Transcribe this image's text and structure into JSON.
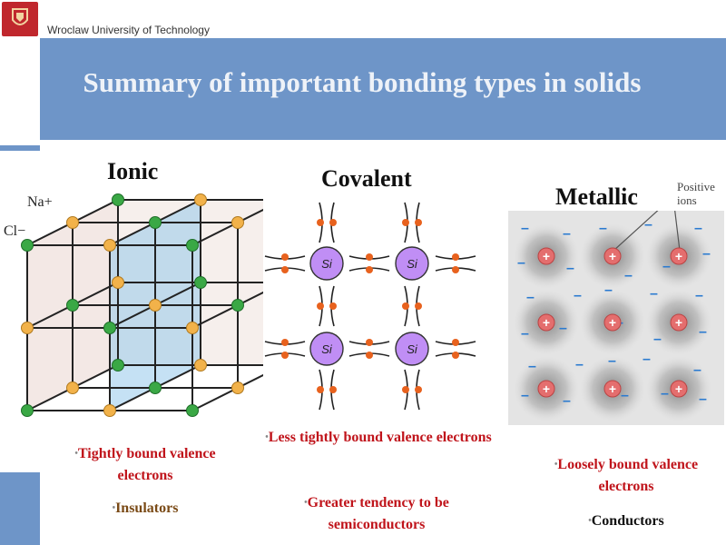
{
  "header": {
    "university": "Wroclaw University of Technology",
    "title": "Summary of important bonding types in solids"
  },
  "sections": {
    "ionic": {
      "title": "Ionic",
      "label_na": "Na+",
      "label_cl": "Cl−",
      "bullets": [
        "Tightly bound valence electrons",
        "Insulators"
      ]
    },
    "covalent": {
      "title": "Covalent",
      "atom_label": "Si",
      "bullets": [
        "Less tightly bound valence electrons",
        "Greater tendency to be semiconductors"
      ]
    },
    "metallic": {
      "title": "Metallic",
      "annotation": "Positive ions",
      "ion_symbol": "+",
      "electron_symbol": "–",
      "bullets": [
        "Loosely bound valence electrons",
        "Conductors"
      ]
    }
  },
  "colors": {
    "banner": "#6e95c8",
    "na_ion": "#f2b24a",
    "cl_ion": "#3aa845",
    "si_atom": "#c08ef5",
    "bullet_red": "#c0141b",
    "bullet_brown": "#7a4a16",
    "electron": "#e8621e",
    "metal_ion": "#e46e6e"
  }
}
